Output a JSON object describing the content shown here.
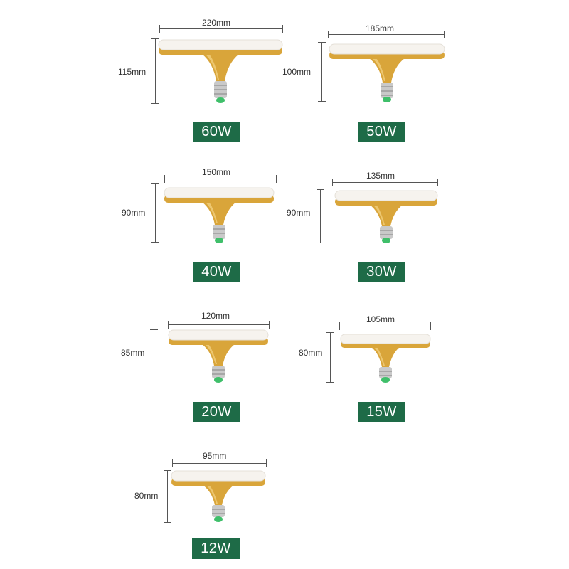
{
  "products": [
    {
      "width": "220mm",
      "height": "115mm",
      "wattage": "60W"
    },
    {
      "width": "185mm",
      "height": "100mm",
      "wattage": "50W"
    },
    {
      "width": "150mm",
      "height": "90mm",
      "wattage": "40W"
    },
    {
      "width": "135mm",
      "height": "90mm",
      "wattage": "30W"
    },
    {
      "width": "120mm",
      "height": "85mm",
      "wattage": "20W"
    },
    {
      "width": "105mm",
      "height": "80mm",
      "wattage": "15W"
    },
    {
      "width": "95mm",
      "height": "80mm",
      "wattage": "12W"
    }
  ],
  "colors": {
    "badge": "#1e6b47",
    "badge_text": "#ffffff",
    "lamp_gold": "#d9a53a",
    "lamp_diffuser": "#f6f3ee",
    "lamp_base_contact": "#3fbf6a",
    "dimension_line": "#555555"
  },
  "icons": {
    "lamp": "ufo-led-bulb-icon"
  }
}
